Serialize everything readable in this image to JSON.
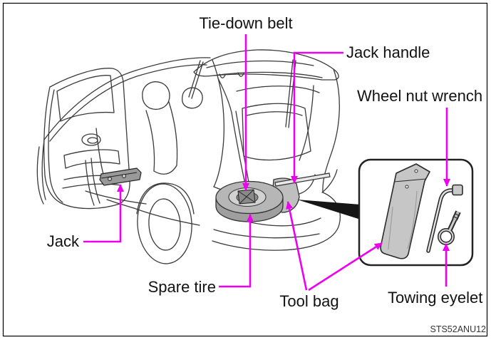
{
  "figure": {
    "code": "STS52ANU12",
    "labels": {
      "tie_down_belt": "Tie-down belt",
      "jack_handle": "Jack handle",
      "wheel_nut_wrench": "Wheel nut wrench",
      "jack": "Jack",
      "spare_tire": "Spare tire",
      "tool_bag": "Tool bag",
      "towing_eyelet": "Towing eyelet"
    },
    "colors": {
      "callout_magenta": "#ed00ed",
      "line_art": "#3a3a3a",
      "tire_gray": "#b6b6b6",
      "bag_gray": "#c6c6c6",
      "border": "#000000"
    }
  }
}
